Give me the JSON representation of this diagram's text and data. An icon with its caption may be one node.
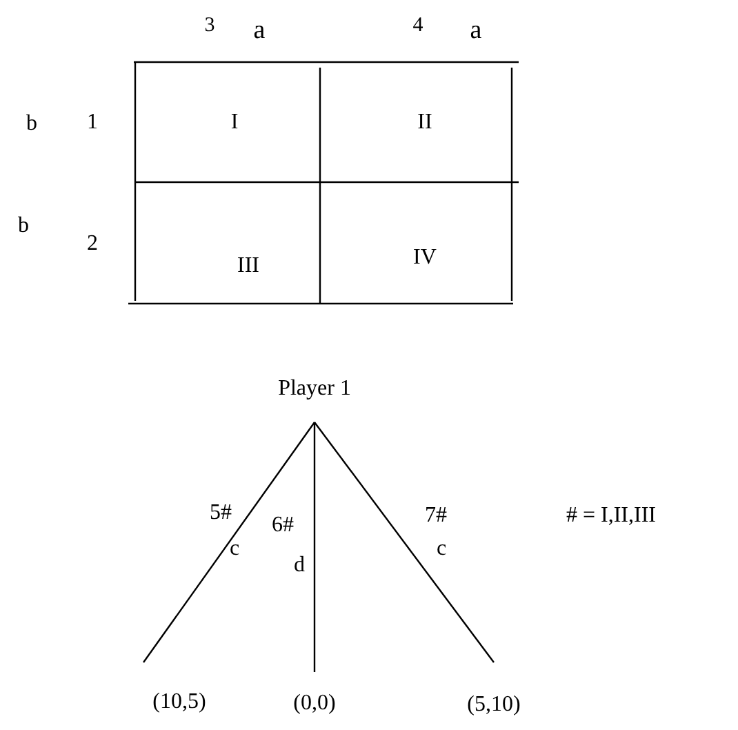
{
  "diagram": {
    "nodes": [
      {
        "text": [
          "Player 1"
        ]
      },
      {
        "text": [
          "(10,5)"
        ]
      },
      {
        "text": [
          "(0,0)"
        ]
      },
      {
        "text": [
          "(5,10)"
        ]
      }
    ],
    "edges": [
      {
        "from": 0,
        "to": 1,
        "arrow": "none",
        "label": "5#"
      },
      {
        "from": 0,
        "to": 2,
        "arrow": "none",
        "label": "6#"
      },
      {
        "from": 0,
        "to": 3,
        "arrow": "none",
        "label": "7#"
      }
    ],
    "labels": [
      "3",
      "a",
      "4",
      "a",
      "b",
      "1",
      "I",
      "II",
      "b",
      "2",
      "III",
      "IV",
      "c",
      "d",
      "c",
      "# = I,II,III"
    ]
  }
}
